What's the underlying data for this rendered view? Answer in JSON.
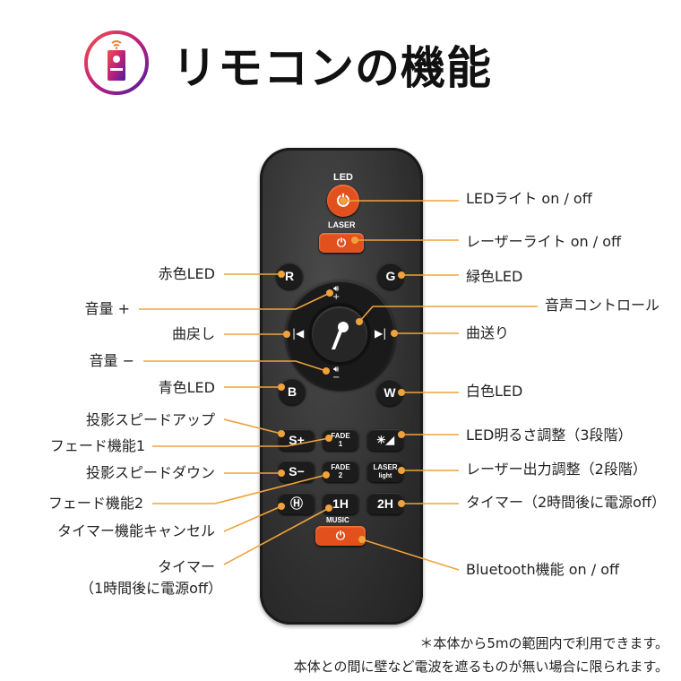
{
  "header": {
    "title": "リモコンの機能",
    "icon": "remote-wifi-icon"
  },
  "remote": {
    "led_label": "LED",
    "laser_label": "LASER",
    "music_label": "MUSIC",
    "buttons": {
      "r": "R",
      "g": "G",
      "b": "B",
      "w": "W",
      "s_plus": "S+",
      "s_minus": "S−",
      "fade1": "FADE",
      "fade1_n": "1",
      "fade2": "FADE",
      "fade2_n": "2",
      "laser_light": "LASER",
      "laser_light_sub": "light",
      "h1": "1H",
      "h2": "2H",
      "vol_plus": "+",
      "vol_minus": "−"
    }
  },
  "callouts": {
    "left": [
      "赤色LED",
      "音量 +",
      "曲戻し",
      "音量 −",
      "青色LED",
      "投影スピードアップ",
      "フェード機能1",
      "投影スピードダウン",
      "フェード機能2",
      "タイマー機能キャンセル",
      "タイマー",
      "（1時間後に電源off）"
    ],
    "right": [
      "LEDライト on / off",
      "レーザーライト on / off",
      "緑色LED",
      "音声コントロール",
      "曲送り",
      "白色LED",
      "LED明るさ調整（3段階）",
      "レーザー出力調整（2段階）",
      "タイマー（2時間後に電源off）",
      "Bluetooth機能 on / off"
    ]
  },
  "notes": [
    "＊本体から5mの範囲内で利用できます。",
    "本体との間に壁など電波を遮るものが無い場合に限られます。"
  ],
  "colors": {
    "accent": "#f0a23c",
    "power": "#e2501e",
    "remote": "#2e2e2e"
  }
}
